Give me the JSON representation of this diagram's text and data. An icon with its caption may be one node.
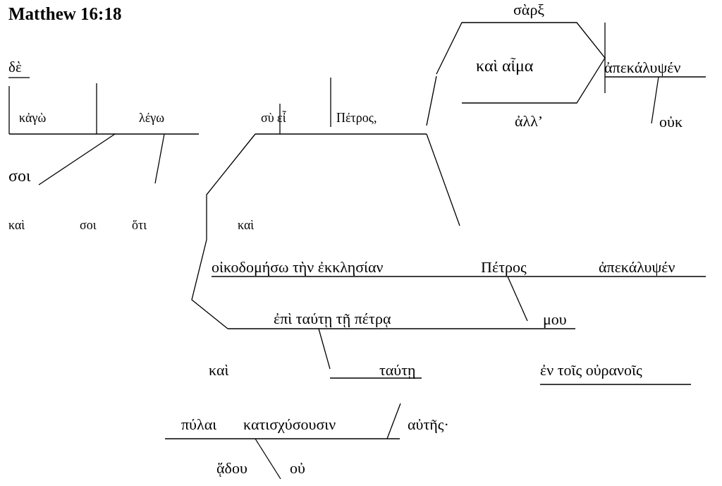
{
  "diagram": {
    "title": "Matthew 16:18",
    "labels": [
      "δὲ",
      "σὰρξ",
      "καὶ αἷμα",
      "ἀπεκάλυψέν",
      "κἀγὼ",
      "λέγω",
      "σὺ εἶ",
      "Πέτρος,",
      "ἀλλ’",
      "οὐκ",
      "σοι",
      "καὶ",
      "σοι",
      "ὅτι",
      "καὶ",
      "οἰκοδομήσω τὴν ἐκκλησίαν",
      "Πέτρος",
      "ἀπεκάλυψέν",
      "ἐπὶ ταύτῃ τῇ πέτρᾳ",
      "μου",
      "καὶ",
      "ταύτῃ",
      "ἐν τοῖς οὐρανοῖς",
      "πύλαι",
      "κατισχύσουσιν",
      "αὐτῆς·",
      "ᾅδου",
      "οὐ"
    ]
  }
}
